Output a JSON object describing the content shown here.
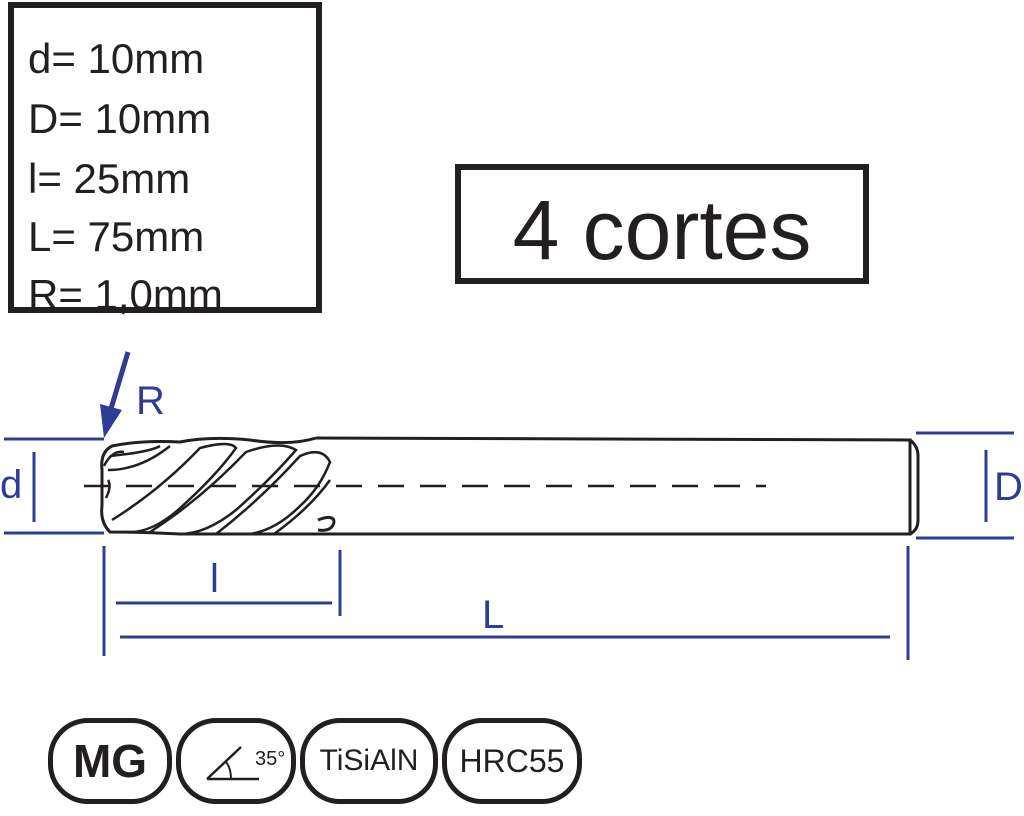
{
  "specs": {
    "d": "d= 10mm",
    "D": "D= 10mm",
    "l": "l= 25mm",
    "L": "L= 75mm",
    "R": "R= 1,0mm"
  },
  "cuts_label": "4 cortes",
  "drawing_labels": {
    "R": "R",
    "d": "d",
    "D": "D",
    "l": "l",
    "L": "L"
  },
  "badges": {
    "material": "MG",
    "helix_angle": "35°",
    "coating": "TiSiAlN",
    "hardness": "HRC55"
  },
  "colors": {
    "ink": "#231f20",
    "dimension": "#2e3d94"
  }
}
